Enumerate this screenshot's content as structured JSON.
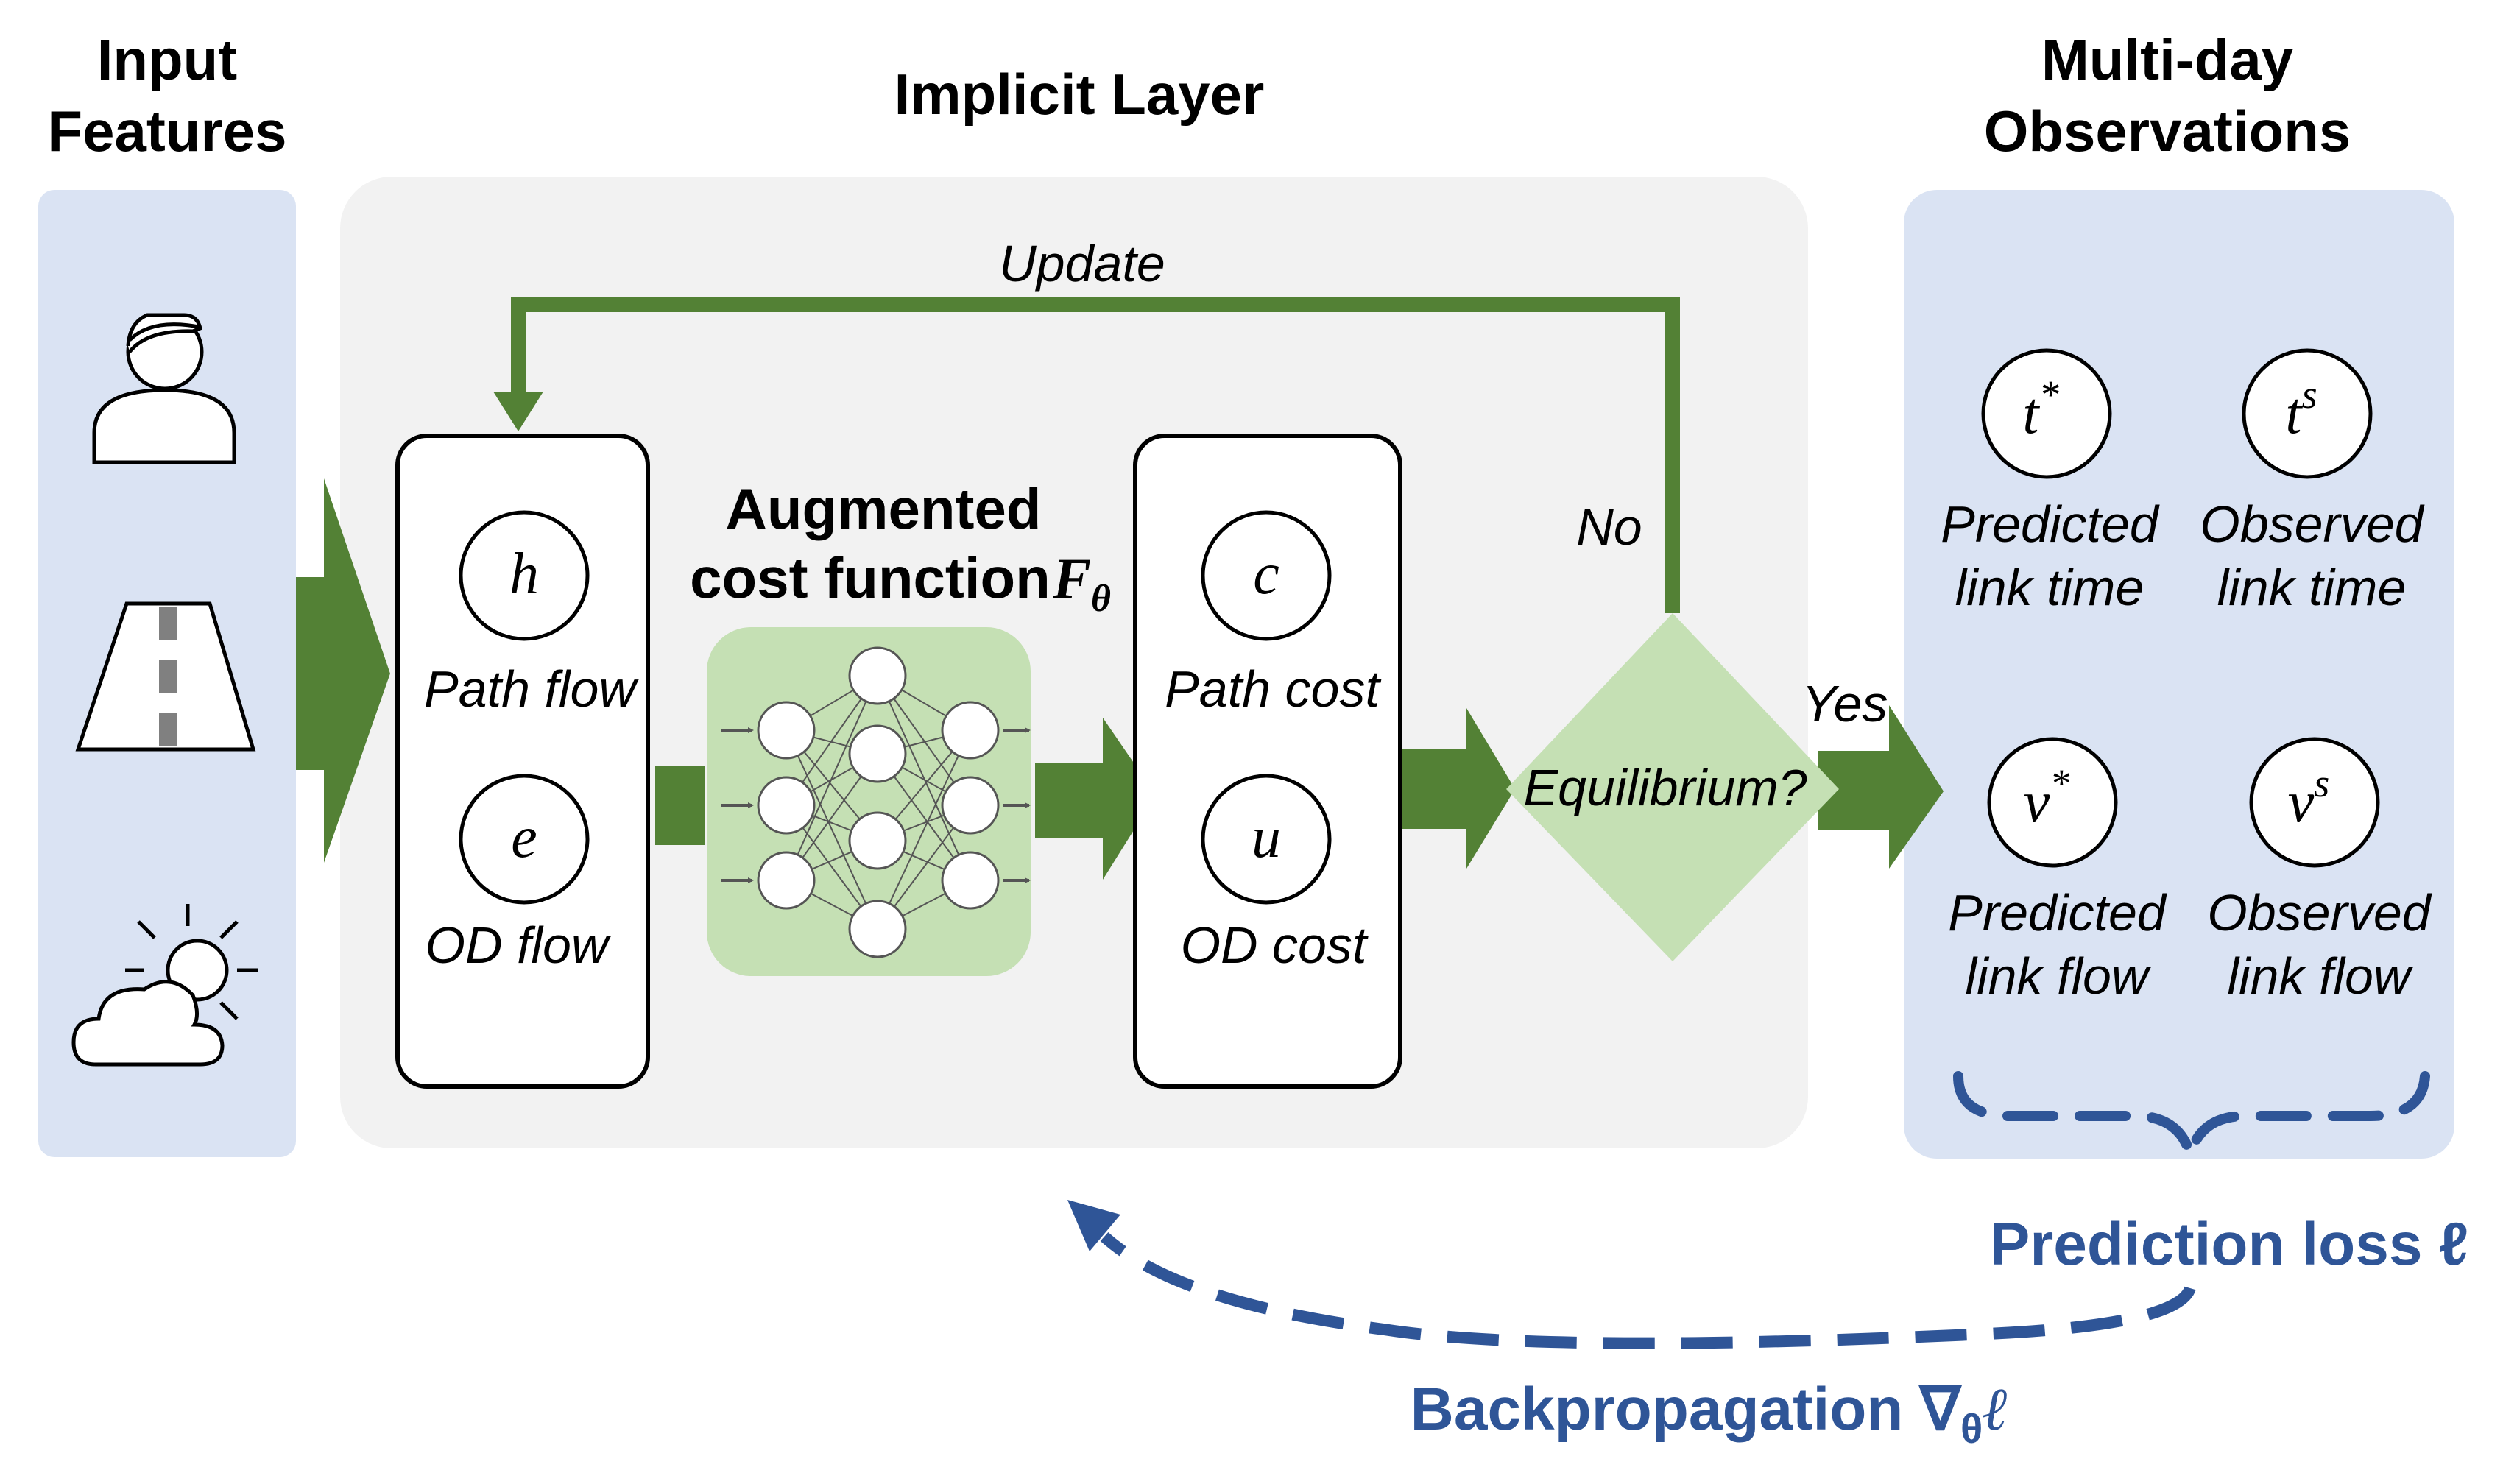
{
  "titles": {
    "input_features_line1": "Input",
    "input_features_line2": "Features",
    "implicit_layer": "Implicit Layer",
    "observations_line1": "Multi-day",
    "observations_line2": "Observations"
  },
  "loop": {
    "update": "Update",
    "no": "No",
    "yes": "Yes",
    "decision": "Equilibrium?"
  },
  "cost_function": {
    "line1": "Augmented",
    "line2": "cost function",
    "symbol": "F",
    "symbol_sub": "θ"
  },
  "flow_box": {
    "path_symbol": "h",
    "path_label": "Path flow",
    "od_symbol": "e",
    "od_label": "OD flow"
  },
  "cost_box": {
    "path_symbol": "c",
    "path_label": "Path cost",
    "od_symbol": "u",
    "od_label": "OD cost"
  },
  "observations": [
    {
      "symbol": "t",
      "sup": "*",
      "line1": "Predicted",
      "line2": "link time"
    },
    {
      "symbol": "t",
      "sup": "s",
      "line1": "Observed",
      "line2": "link time"
    },
    {
      "symbol": "v",
      "sup": "*",
      "line1": "Predicted",
      "line2": "link flow"
    },
    {
      "symbol": "v",
      "sup": "s",
      "line1": "Observed",
      "line2": "link flow"
    }
  ],
  "loss": {
    "prediction_loss": "Prediction loss ℓ",
    "backprop_text": "Backpropagation ∇",
    "backprop_sub": "θ",
    "backprop_ell": "ℓ"
  },
  "input_icons": [
    "person-icon",
    "road-icon",
    "weather-icon"
  ],
  "colors": {
    "panel_blue": "#dae3f3",
    "panel_gray": "#f2f2f2",
    "arrow_green": "#538135",
    "nn_bg": "#c5e0b4",
    "diamond_green": "#c5e0b4",
    "loss_blue": "#2f5597"
  }
}
